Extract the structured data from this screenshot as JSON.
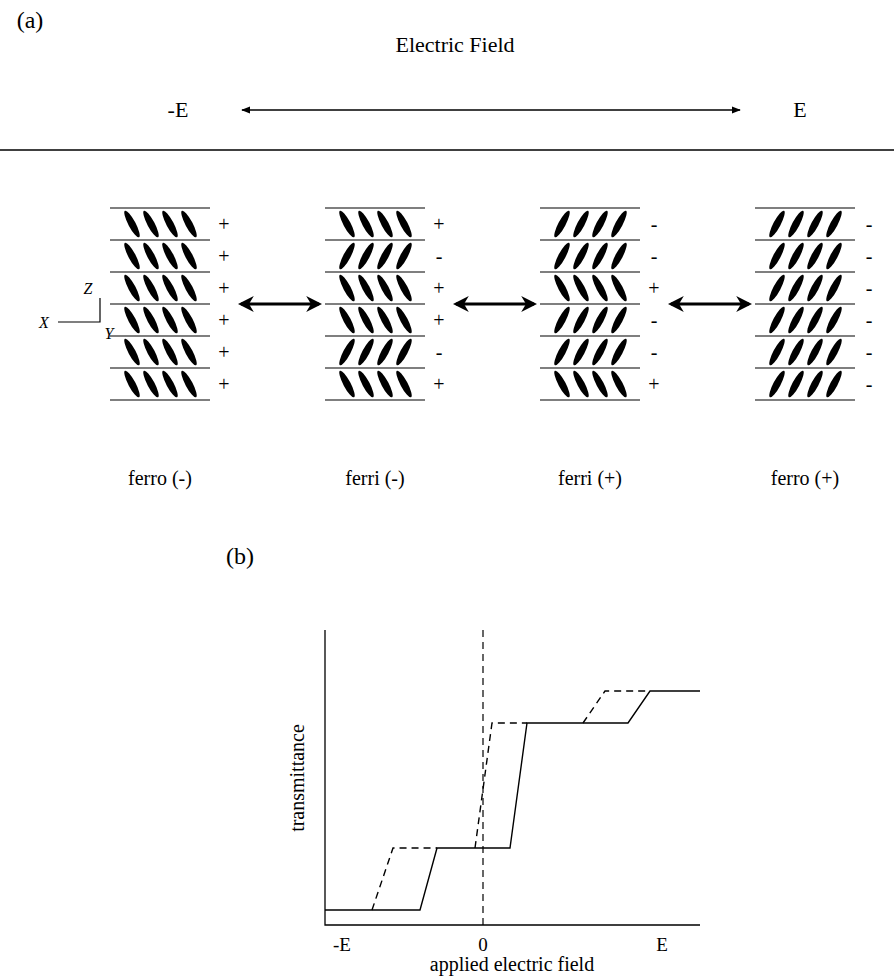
{
  "diagram": {
    "nodes": [
      {
        "text": [
          "ferro (-)"
        ]
      },
      {
        "text": [
          "ferri (-)"
        ]
      },
      {
        "text": [
          "ferri (+)"
        ]
      },
      {
        "text": [
          "ferro (+)"
        ]
      }
    ],
    "edges": [
      {
        "from": 0,
        "to": 1,
        "arrow": "both"
      },
      {
        "from": 1,
        "to": 2,
        "arrow": "both"
      },
      {
        "from": 2,
        "to": 3,
        "arrow": "both"
      }
    ],
    "labels": [
      "(a)",
      "Electric Field",
      "-E",
      "E",
      "Z",
      "X",
      "Y",
      "+",
      "+",
      "+",
      "+",
      "+",
      "+",
      "+",
      "-",
      "+",
      "+",
      "-",
      "+",
      "-",
      "-",
      "+",
      "-",
      "-",
      "+",
      "-",
      "-",
      "-",
      "-",
      "-",
      "-",
      "(b)",
      "transmittance",
      "-E",
      "0",
      "E",
      "applied electric field"
    ]
  }
}
